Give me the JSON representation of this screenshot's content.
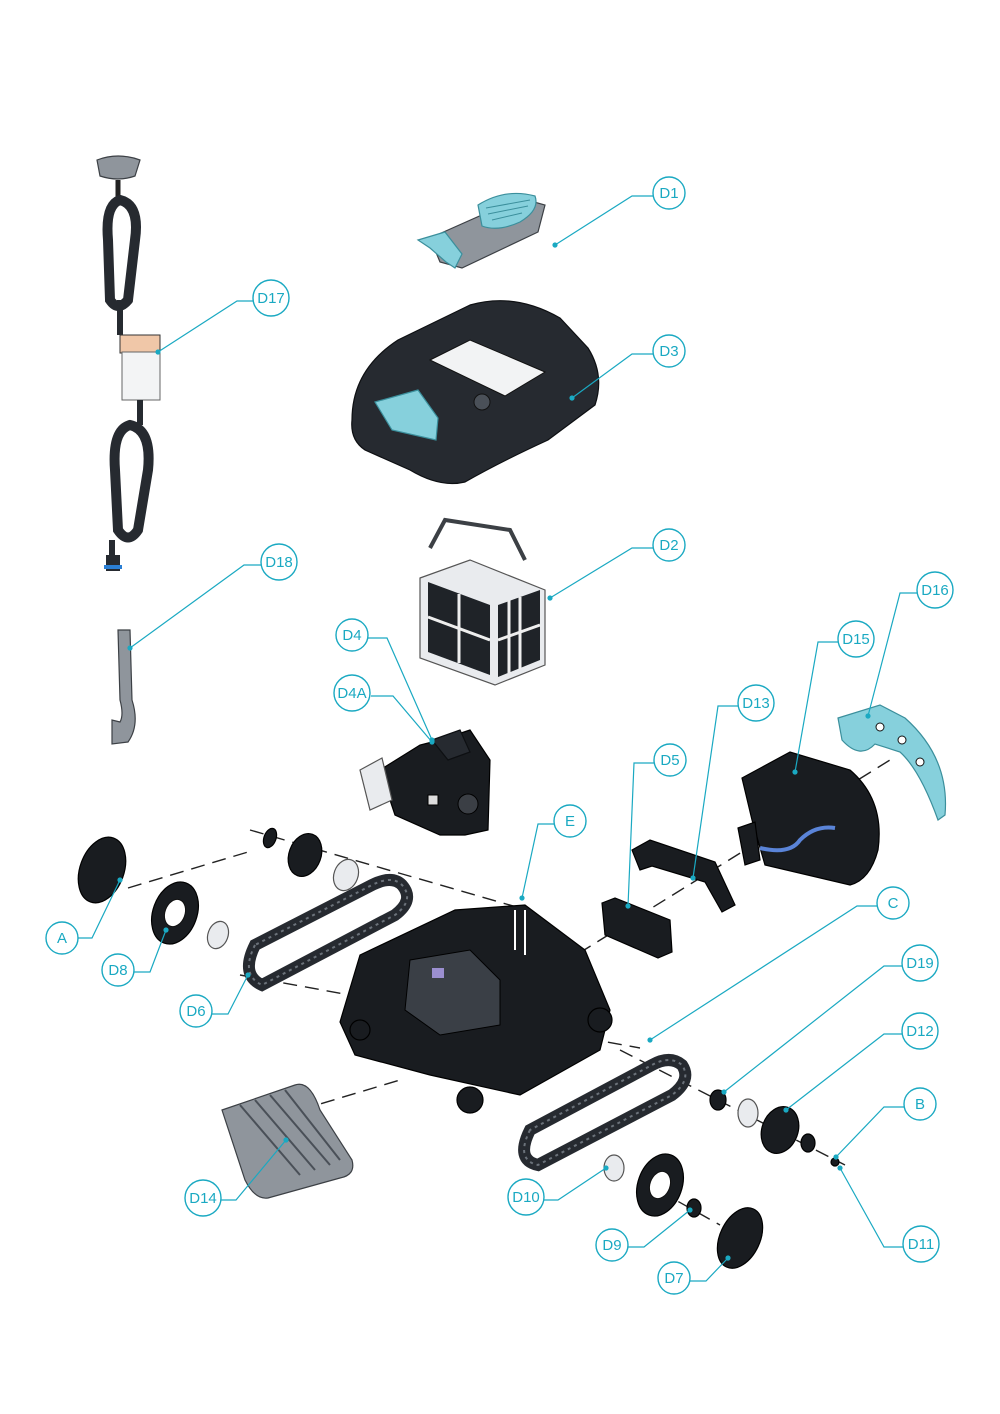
{
  "callouts": [
    {
      "id": "D1",
      "label": "D1"
    },
    {
      "id": "D3",
      "label": "D3"
    },
    {
      "id": "D2",
      "label": "D2"
    },
    {
      "id": "D17",
      "label": "D17"
    },
    {
      "id": "D18",
      "label": "D18"
    },
    {
      "id": "D4",
      "label": "D4"
    },
    {
      "id": "D4A",
      "label": "D4A"
    },
    {
      "id": "D16",
      "label": "D16"
    },
    {
      "id": "D15",
      "label": "D15"
    },
    {
      "id": "D13",
      "label": "D13"
    },
    {
      "id": "D5",
      "label": "D5"
    },
    {
      "id": "E",
      "label": "E"
    },
    {
      "id": "C",
      "label": "C"
    },
    {
      "id": "D19",
      "label": "D19"
    },
    {
      "id": "D12",
      "label": "D12"
    },
    {
      "id": "B",
      "label": "B"
    },
    {
      "id": "D11",
      "label": "D11"
    },
    {
      "id": "A",
      "label": "A"
    },
    {
      "id": "D8",
      "label": "D8"
    },
    {
      "id": "D6",
      "label": "D6"
    },
    {
      "id": "D14",
      "label": "D14"
    },
    {
      "id": "D10",
      "label": "D10"
    },
    {
      "id": "D9",
      "label": "D9"
    },
    {
      "id": "D7",
      "label": "D7"
    }
  ],
  "colors": {
    "callout": "#1aa9c2",
    "part_dark": "#262a30",
    "part_teal": "#86d0dc"
  }
}
